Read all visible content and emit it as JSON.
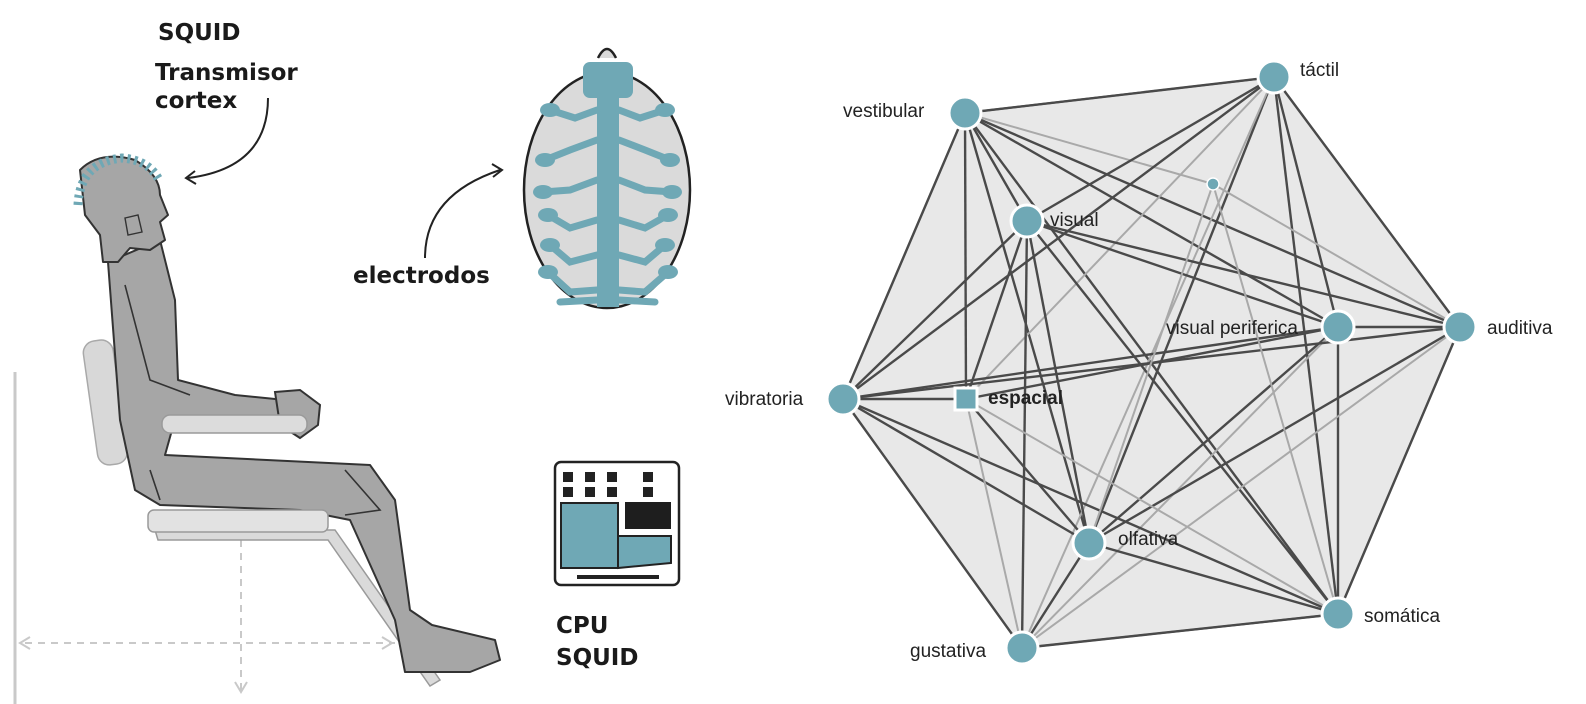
{
  "left_panel": {
    "labels": {
      "squid": "SQUID",
      "transmisor": "Transmisor",
      "cortex": "cortex",
      "electrodos": "electrodos",
      "cpu": "CPU",
      "cpu_squid": "SQUID"
    }
  },
  "network": {
    "colors": {
      "node": "#6fa8b5",
      "node_stroke": "#ffffff",
      "edge_dark": "#4a4a4a",
      "edge_light": "#a9a9a9",
      "hull_fill": "#e8e8e8"
    },
    "nodes": [
      {
        "id": "tactil",
        "label": "táctil",
        "shape": "circle"
      },
      {
        "id": "vestibular",
        "label": "vestibular",
        "shape": "circle"
      },
      {
        "id": "visual",
        "label": "visual",
        "shape": "circle"
      },
      {
        "id": "visual_periferica",
        "label": "visual periferica",
        "shape": "circle"
      },
      {
        "id": "auditiva",
        "label": "auditiva",
        "shape": "circle"
      },
      {
        "id": "vibratoria",
        "label": "vibratoria",
        "shape": "circle"
      },
      {
        "id": "espacial",
        "label": "espacial",
        "shape": "square"
      },
      {
        "id": "olfativa",
        "label": "olfativa",
        "shape": "circle"
      },
      {
        "id": "somatica",
        "label": "somática",
        "shape": "circle"
      },
      {
        "id": "gustativa",
        "label": "gustativa",
        "shape": "circle"
      },
      {
        "id": "small",
        "label": "",
        "shape": "dot"
      }
    ],
    "edges": [
      [
        "vestibular",
        "tactil",
        "dark"
      ],
      [
        "vestibular",
        "visual",
        "dark"
      ],
      [
        "vestibular",
        "visual_periferica",
        "dark"
      ],
      [
        "vestibular",
        "auditiva",
        "dark"
      ],
      [
        "vestibular",
        "vibratoria",
        "dark"
      ],
      [
        "vestibular",
        "espacial",
        "dark"
      ],
      [
        "vestibular",
        "olfativa",
        "dark"
      ],
      [
        "vestibular",
        "somatica",
        "dark"
      ],
      [
        "vestibular",
        "small",
        "light"
      ],
      [
        "tactil",
        "visual",
        "dark"
      ],
      [
        "tactil",
        "visual_periferica",
        "dark"
      ],
      [
        "tactil",
        "auditiva",
        "dark"
      ],
      [
        "tactil",
        "vibratoria",
        "dark"
      ],
      [
        "tactil",
        "espacial",
        "light"
      ],
      [
        "tactil",
        "olfativa",
        "dark"
      ],
      [
        "tactil",
        "somatica",
        "dark"
      ],
      [
        "tactil",
        "gustativa",
        "light"
      ],
      [
        "visual",
        "visual_periferica",
        "dark"
      ],
      [
        "visual",
        "auditiva",
        "dark"
      ],
      [
        "visual",
        "vibratoria",
        "dark"
      ],
      [
        "visual",
        "espacial",
        "dark"
      ],
      [
        "visual",
        "olfativa",
        "dark"
      ],
      [
        "visual",
        "somatica",
        "dark"
      ],
      [
        "visual",
        "gustativa",
        "dark"
      ],
      [
        "visual_periferica",
        "auditiva",
        "dark"
      ],
      [
        "visual_periferica",
        "vibratoria",
        "dark"
      ],
      [
        "visual_periferica",
        "espacial",
        "dark"
      ],
      [
        "visual_periferica",
        "olfativa",
        "dark"
      ],
      [
        "visual_periferica",
        "somatica",
        "dark"
      ],
      [
        "visual_periferica",
        "gustativa",
        "light"
      ],
      [
        "auditiva",
        "vibratoria",
        "dark"
      ],
      [
        "auditiva",
        "olfativa",
        "dark"
      ],
      [
        "auditiva",
        "somatica",
        "dark"
      ],
      [
        "auditiva",
        "gustativa",
        "light"
      ],
      [
        "auditiva",
        "small",
        "light"
      ],
      [
        "vibratoria",
        "espacial",
        "dark"
      ],
      [
        "vibratoria",
        "olfativa",
        "dark"
      ],
      [
        "vibratoria",
        "somatica",
        "dark"
      ],
      [
        "vibratoria",
        "gustativa",
        "dark"
      ],
      [
        "espacial",
        "olfativa",
        "dark"
      ],
      [
        "espacial",
        "somatica",
        "light"
      ],
      [
        "espacial",
        "gustativa",
        "light"
      ],
      [
        "olfativa",
        "somatica",
        "dark"
      ],
      [
        "olfativa",
        "gustativa",
        "dark"
      ],
      [
        "olfativa",
        "small",
        "light"
      ],
      [
        "somatica",
        "gustativa",
        "dark"
      ],
      [
        "somatica",
        "small",
        "light"
      ]
    ]
  }
}
